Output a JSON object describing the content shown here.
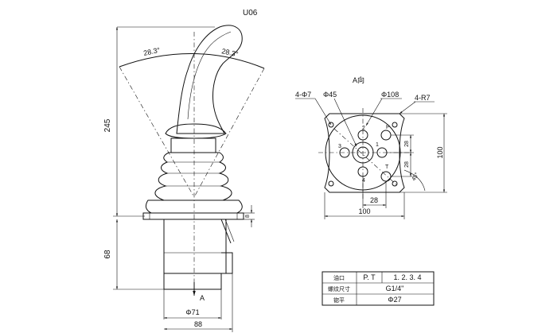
{
  "title": "U06",
  "side_view": {
    "angle_left": "28.3°",
    "angle_right": "28.3°",
    "height_total": "245",
    "height_base": "68",
    "flange_thk": "8",
    "dia_body": "Φ71",
    "width_base": "88",
    "section_mark": "A"
  },
  "view_a": {
    "label": "A向",
    "hole_small": "4-Φ7",
    "dia_center": "Φ45",
    "dia_pcd": "Φ108",
    "radius_corner": "4-R7",
    "port_labels": [
      "1",
      "2",
      "3",
      "4",
      "P",
      "T"
    ],
    "dim_28_v1": "28",
    "dim_28_v2": "28",
    "dim_28_h": "28",
    "dim_100_h": "100",
    "dim_100_v": "100",
    "angle_45": "45°"
  },
  "spec_table": {
    "header_label": "油口",
    "header_ports": "P. T",
    "header_ports2": "1. 2. 3. 4",
    "row1_label": "螺纹尺寸",
    "row1_value": "G1/4\"",
    "row2_label": "锪平",
    "row2_value": "Φ27"
  }
}
